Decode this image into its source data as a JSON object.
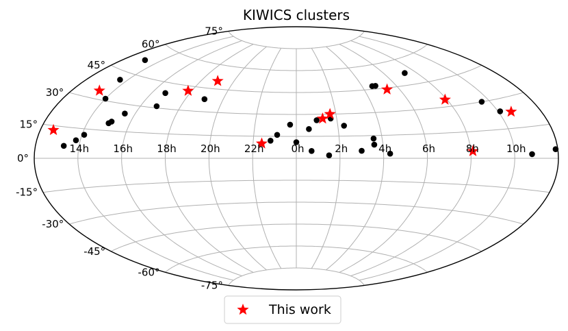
{
  "chart_data": {
    "type": "scatter",
    "projection": "aitoff",
    "title": "KIWICS clusters",
    "grid": true,
    "legend_position": "bottom-center",
    "xtick_labels": [
      "14h",
      "16h",
      "18h",
      "20h",
      "22h",
      "0h",
      "2h",
      "4h",
      "6h",
      "8h",
      "10h"
    ],
    "ytick_labels": [
      "-75°",
      "-60°",
      "-45°",
      "-30°",
      "-15°",
      "0°",
      "15°",
      "30°",
      "45°",
      "60°",
      "75°"
    ],
    "colors": {
      "kiwics": "#000000",
      "this_work": "#ff0000"
    },
    "series": [
      {
        "key": "kiwics",
        "marker": "circle",
        "color": "#000000",
        "points": [
          {
            "ra_h": 11.9,
            "dec": 4
          },
          {
            "ra_h": 13.3,
            "dec": 6
          },
          {
            "ra_h": 13.1,
            "dec": 52
          },
          {
            "ra_h": 13.6,
            "dec": 41
          },
          {
            "ra_h": 14.0,
            "dec": 31
          },
          {
            "ra_h": 13.8,
            "dec": 9
          },
          {
            "ra_h": 14.1,
            "dec": 12
          },
          {
            "ra_h": 15.0,
            "dec": 19
          },
          {
            "ra_h": 15.1,
            "dec": 20
          },
          {
            "ra_h": 15.5,
            "dec": 25
          },
          {
            "ra_h": 16.8,
            "dec": 31
          },
          {
            "ra_h": 16.7,
            "dec": 39
          },
          {
            "ra_h": 19.0,
            "dec": 38
          },
          {
            "ra_h": 22.8,
            "dec": 12
          },
          {
            "ra_h": 23.1,
            "dec": 16
          },
          {
            "ra_h": 23.7,
            "dec": 23
          },
          {
            "ra_h": 0.0,
            "dec": 11
          },
          {
            "ra_h": 0.7,
            "dec": 5
          },
          {
            "ra_h": 0.6,
            "dec": 20
          },
          {
            "ra_h": 1.0,
            "dec": 26
          },
          {
            "ra_h": 1.5,
            "dec": 2
          },
          {
            "ra_h": 1.7,
            "dec": 27
          },
          {
            "ra_h": 2.3,
            "dec": 22
          },
          {
            "ra_h": 3.0,
            "dec": 5
          },
          {
            "ra_h": 3.6,
            "dec": 13
          },
          {
            "ra_h": 3.6,
            "dec": 9
          },
          {
            "ra_h": 4.3,
            "dec": 3
          },
          {
            "ra_h": 4.6,
            "dec": 47
          },
          {
            "ra_h": 4.8,
            "dec": 47
          },
          {
            "ra_h": 7.3,
            "dec": 52
          },
          {
            "ra_h": 9.6,
            "dec": 30
          },
          {
            "ra_h": 10.1,
            "dec": 24
          },
          {
            "ra_h": 10.8,
            "dec": 2
          }
        ]
      },
      {
        "key": "this_work",
        "name": "This work",
        "marker": "star",
        "color": "#ff0000",
        "points": [
          {
            "ra_h": 12.6,
            "dec": 13
          },
          {
            "ra_h": 13.3,
            "dec": 34
          },
          {
            "ra_h": 17.8,
            "dec": 42
          },
          {
            "ra_h": 19.0,
            "dec": 50
          },
          {
            "ra_h": 22.4,
            "dec": 10
          },
          {
            "ra_h": 1.3,
            "dec": 27
          },
          {
            "ra_h": 1.7,
            "dec": 30
          },
          {
            "ra_h": 5.3,
            "dec": 44
          },
          {
            "ra_h": 7.9,
            "dec": 34
          },
          {
            "ra_h": 8.1,
            "dec": 4
          },
          {
            "ra_h": 10.6,
            "dec": 23
          }
        ]
      }
    ]
  }
}
